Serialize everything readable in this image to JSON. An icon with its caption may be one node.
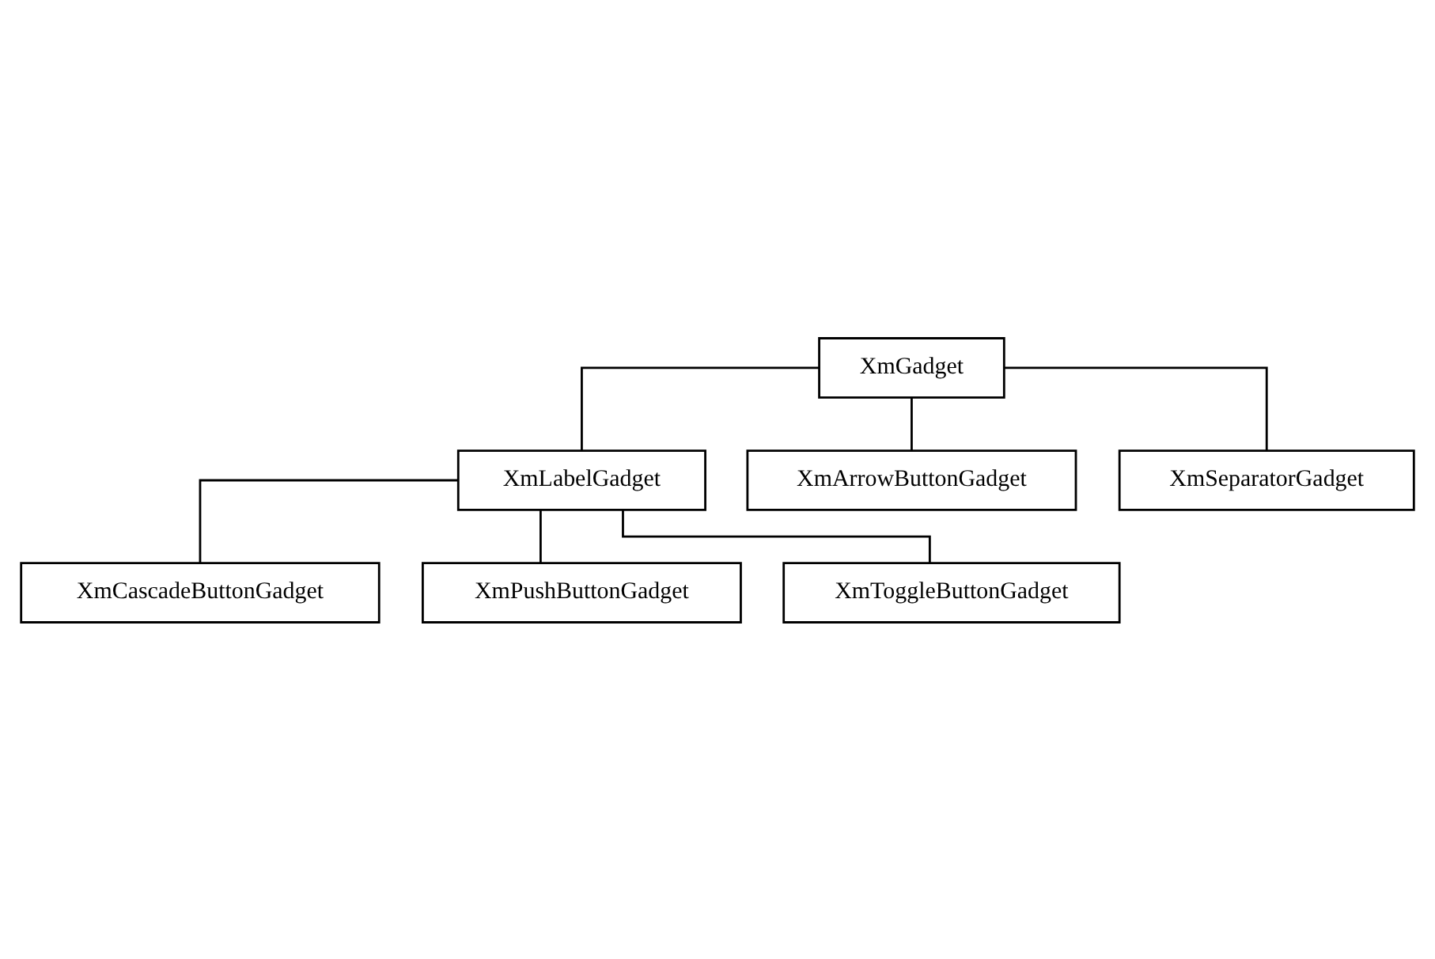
{
  "diagram": {
    "nodes": [
      {
        "text": [
          "XmGadget"
        ]
      },
      {
        "text": [
          "XmLabelGadget"
        ]
      },
      {
        "text": [
          "XmArrowButtonGadget"
        ]
      },
      {
        "text": [
          "XmSeparatorGadget"
        ]
      },
      {
        "text": [
          "XmCascadeButtonGadget"
        ]
      },
      {
        "text": [
          "XmPushButtonGadget"
        ]
      },
      {
        "text": [
          "XmToggleButtonGadget"
        ]
      }
    ],
    "edges": [
      {
        "from": 0,
        "to": 1,
        "arrow": "none"
      },
      {
        "from": 0,
        "to": 2,
        "arrow": "none"
      },
      {
        "from": 0,
        "to": 3,
        "arrow": "none"
      },
      {
        "from": 1,
        "to": 4,
        "arrow": "none"
      },
      {
        "from": 1,
        "to": 5,
        "arrow": "none"
      },
      {
        "from": 1,
        "to": 6,
        "arrow": "none"
      }
    ]
  }
}
